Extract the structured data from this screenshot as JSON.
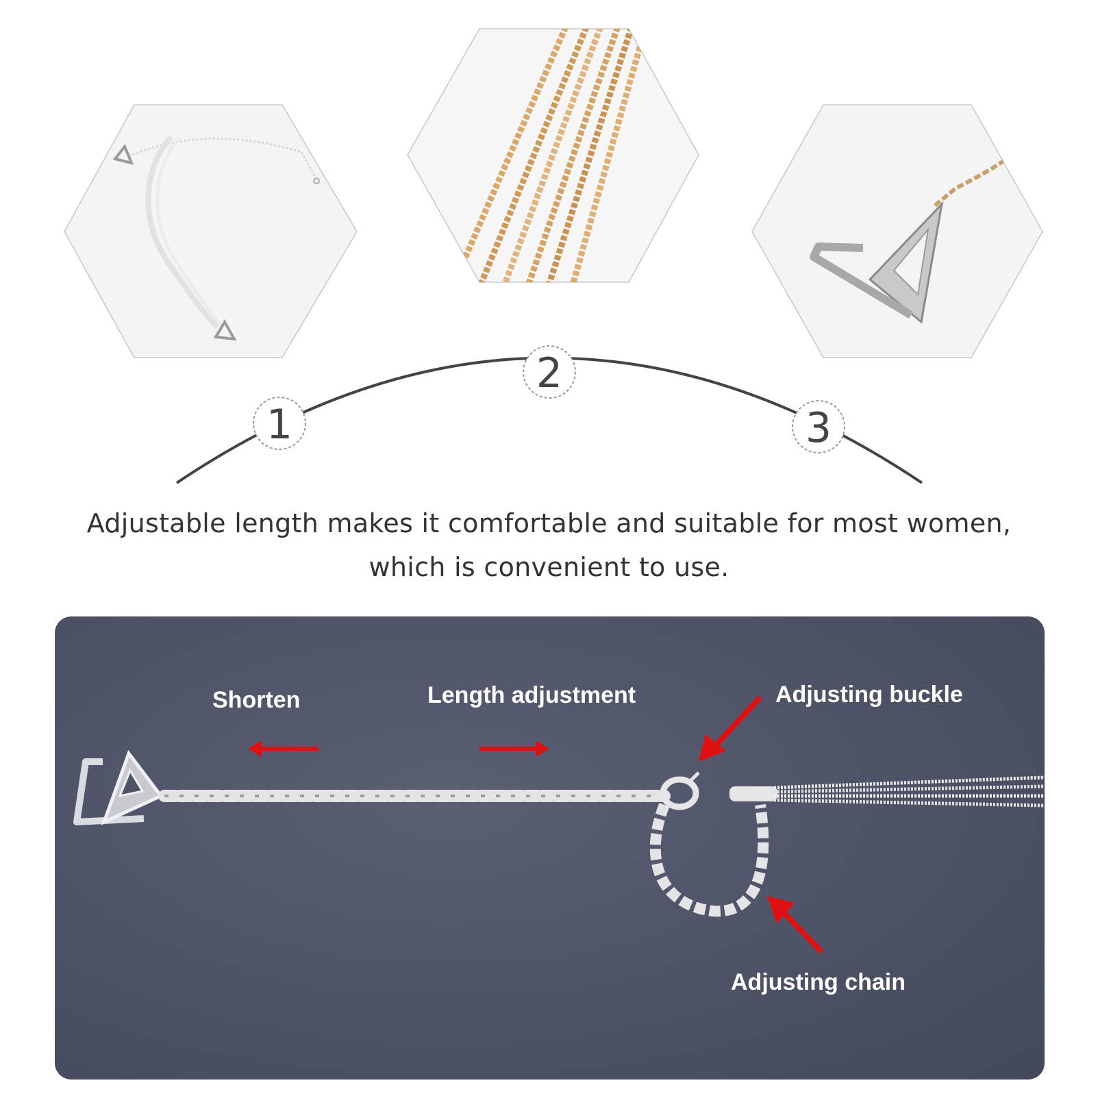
{
  "steps": [
    {
      "number": "1",
      "icon": "strap-overview-icon"
    },
    {
      "number": "2",
      "icon": "gold-bead-chain-icon"
    },
    {
      "number": "3",
      "icon": "metal-hook-closeup-icon"
    }
  ],
  "caption": {
    "line1": "Adjustable length makes it comfortable and suitable for most women,",
    "line2": "which is convenient to use."
  },
  "diagram": {
    "shorten_label": "Shorten",
    "length_label": "Length adjustment",
    "buckle_label": "Adjusting buckle",
    "chain_label": "Adjusting chain"
  },
  "colors": {
    "arc": "#444444",
    "arrow": "#e01010",
    "panel": "#4d5165",
    "gold": "#d9a86a",
    "silver": "#e4e4e6"
  }
}
